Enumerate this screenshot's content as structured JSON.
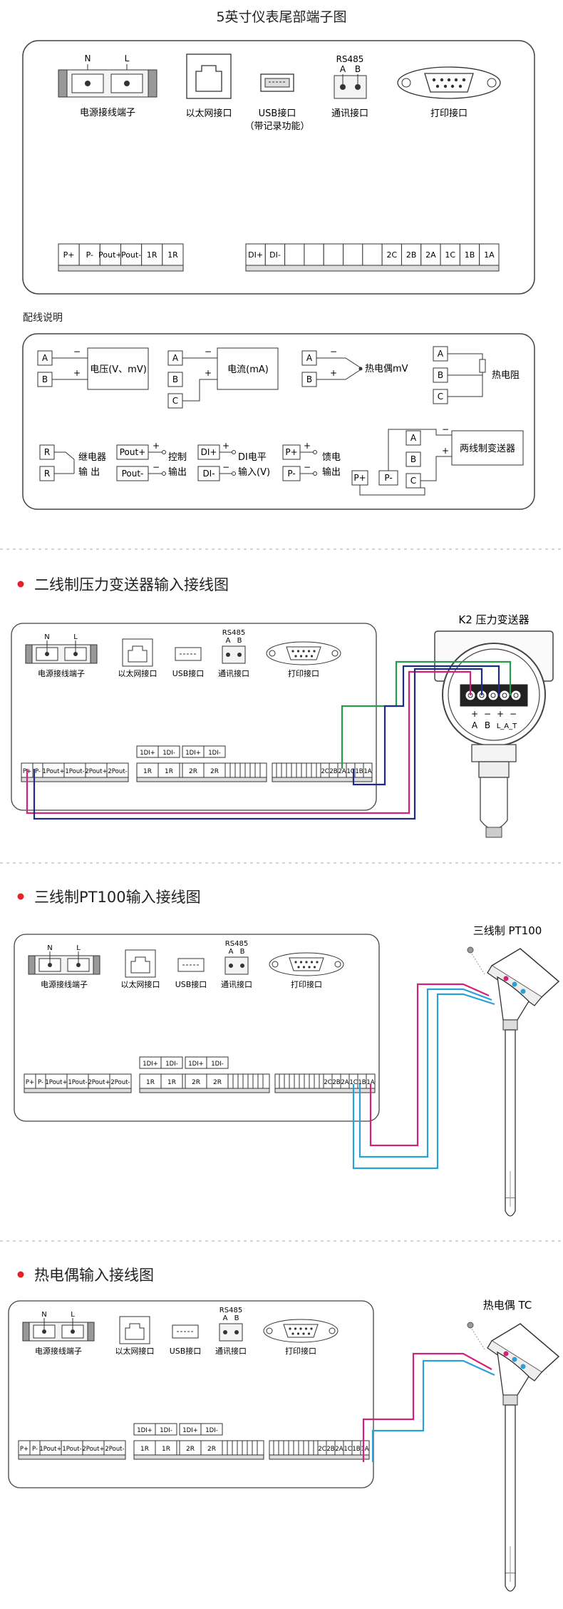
{
  "s1": {
    "title": "5英寸仪表尾部端子图",
    "power_n": "N",
    "power_l": "L",
    "power_label": "电源接线端子",
    "eth_label": "以太网接口",
    "usb_label": "USB接口",
    "usb_sub": "（带记录功能）",
    "rs485_title": "RS485",
    "rs485_a": "A",
    "rs485_b": "B",
    "comm_label": "通讯接口",
    "print_label": "打印接口",
    "left_strip": [
      "P+",
      "P-",
      "Pout+",
      "Pout-",
      "1R",
      "1R"
    ],
    "right_strip": [
      "DI+",
      "DI-",
      "",
      "",
      "",
      "",
      "",
      "2C",
      "2B",
      "2A",
      "1C",
      "1B",
      "1A"
    ]
  },
  "wiring": {
    "title": "配线说明",
    "voltage_a": "A",
    "voltage_b": "B",
    "voltage_label": "电压(V、mV)",
    "current_a": "A",
    "current_b": "B",
    "current_c": "C",
    "current_label": "电流(mA)",
    "tc_a": "A",
    "tc_b": "B",
    "tc_label": "热电偶mV",
    "rtd_a": "A",
    "rtd_b": "B",
    "rtd_c": "C",
    "rtd_label": "热电阻",
    "relay_r1": "R",
    "relay_r2": "R",
    "relay_l1": "继电器",
    "relay_l2": "输  出",
    "ctrl_p": "Pout+",
    "ctrl_m": "Pout-",
    "ctrl_l1": "控制",
    "ctrl_l2": "输出",
    "di_p": "DI+",
    "di_m": "DI-",
    "di_l1": "DI电平",
    "di_l2": "输入(V)",
    "fb_p": "P+",
    "fb_m": "P-",
    "fb_l1": "馈电",
    "fb_l2": "输出",
    "two_a": "A",
    "two_b": "B",
    "two_c": "C",
    "two_pp": "P+",
    "two_pm": "P-",
    "two_label": "两线制变送器",
    "plus": "+",
    "minus": "−"
  },
  "mini": {
    "power_n": "N",
    "power_l": "L",
    "power_label": "电源接线端子",
    "eth_label": "以太网接口",
    "usb_label": "USB接口",
    "rs485_title": "RS485",
    "rs485_a": "A",
    "rs485_b": "B",
    "comm_label": "通讯接口",
    "print_label": "打印接口",
    "left_strip": [
      "P+",
      "P-",
      "1Pout+",
      "1Pout-",
      "2Pout+",
      "2Pout-"
    ],
    "di_top": [
      "1DI+",
      "1DI-",
      "1DI+",
      "1DI-"
    ],
    "mid_strip": [
      "1R",
      "1R",
      "2R",
      "2R"
    ],
    "right_strip": [
      "2C",
      "2B",
      "2A",
      "1C",
      "1B",
      "1A"
    ]
  },
  "s2": {
    "title": "二线制压力变送器输入接线图",
    "device_label": "K2 压力变送器",
    "term_plus1": "+",
    "term_minus1": "−",
    "term_plus2": "+",
    "term_minus2": "−",
    "term_a": "A",
    "term_b": "B",
    "term_la": "L_A_T"
  },
  "s3": {
    "title": "三线制PT100输入接线图",
    "device_label": "三线制 PT100"
  },
  "s4": {
    "title": "热电偶输入接线图",
    "device_label": "热电偶 TC"
  },
  "colors": {
    "bullet": "#e8202a",
    "green": "#2a9a4a",
    "magenta": "#d4207a",
    "navy": "#1c2a8a",
    "cyan": "#2aa0d8"
  }
}
